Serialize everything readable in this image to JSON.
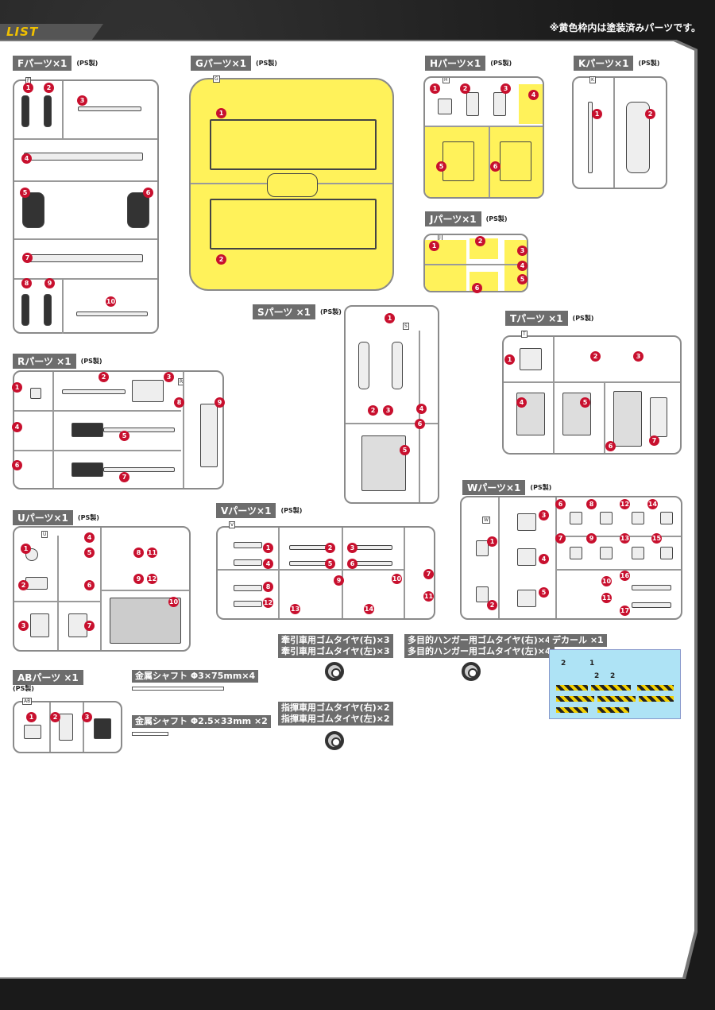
{
  "header": {
    "tab": "LIST",
    "note": "※黄色枠内は塗装済みパーツです。"
  },
  "runners": {
    "F": {
      "title": "Fパーツ×1",
      "material": "(PS製)",
      "code": "F",
      "nums": [
        "1",
        "2",
        "3",
        "4",
        "5",
        "6",
        "7",
        "8",
        "9",
        "10"
      ]
    },
    "G": {
      "title": "Gパーツ×1",
      "material": "(PS製)",
      "code": "G",
      "nums": [
        "1",
        "2"
      ]
    },
    "H": {
      "title": "Hパーツ×1",
      "material": "(PS製)",
      "code": "H",
      "nums": [
        "1",
        "2",
        "3",
        "4",
        "5",
        "6"
      ]
    },
    "K": {
      "title": "Kパーツ×1",
      "material": "(PS製)",
      "code": "K",
      "nums": [
        "1",
        "2"
      ]
    },
    "J": {
      "title": "Jパーツ×1",
      "material": "(PS製)",
      "code": "J",
      "nums": [
        "1",
        "2",
        "3",
        "4",
        "5",
        "6"
      ]
    },
    "S": {
      "title": "Sパーツ ×1",
      "material": "(PS製)",
      "code": "S",
      "nums": [
        "1",
        "2",
        "3",
        "4",
        "5",
        "6"
      ]
    },
    "T": {
      "title": "Tパーツ ×1",
      "material": "(PS製)",
      "code": "T",
      "nums": [
        "1",
        "2",
        "3",
        "4",
        "5",
        "6",
        "7"
      ]
    },
    "R": {
      "title": "Rパーツ ×1",
      "material": "(PS製)",
      "code": "R",
      "nums": [
        "1",
        "2",
        "3",
        "4",
        "5",
        "6",
        "7",
        "8",
        "9"
      ]
    },
    "W": {
      "title": "Wパーツ×1",
      "material": "(PS製)",
      "code": "W",
      "nums": [
        "1",
        "2",
        "3",
        "4",
        "5",
        "6",
        "7",
        "8",
        "9",
        "10",
        "11",
        "12",
        "13",
        "14",
        "15",
        "16",
        "17"
      ]
    },
    "U": {
      "title": "Uパーツ×1",
      "material": "(PS製)",
      "code": "U",
      "nums": [
        "1",
        "2",
        "3",
        "4",
        "5",
        "6",
        "7",
        "8",
        "9",
        "10",
        "11",
        "12"
      ]
    },
    "V": {
      "title": "Vパーツ×1",
      "material": "(PS製)",
      "code": "V",
      "nums": [
        "1",
        "2",
        "3",
        "4",
        "5",
        "6",
        "7",
        "8",
        "9",
        "10",
        "11",
        "12",
        "13",
        "14"
      ]
    },
    "AB": {
      "title": "ABパーツ ×1",
      "material": "(PS製)",
      "code": "AB",
      "nums": [
        "1",
        "2",
        "3"
      ]
    }
  },
  "extras": {
    "tire1": {
      "line1": "牽引車用ゴムタイヤ(右)×3",
      "line2": "牽引車用ゴムタイヤ(左)×3"
    },
    "tire2": {
      "line1": "多目的ハンガー用ゴムタイヤ(右)×4",
      "line2": "多目的ハンガー用ゴムタイヤ(左)×4"
    },
    "tire3": {
      "line1": "指揮車用ゴムタイヤ(右)×2",
      "line2": "指揮車用ゴムタイヤ(左)×2"
    },
    "decal": {
      "title": "デカール ×1",
      "nums": [
        "1",
        "2"
      ]
    },
    "shaft1": "金属シャフト Φ3×75mm×4",
    "shaft2": "金属シャフト Φ2.5×33mm ×2"
  },
  "colors": {
    "painted": "#fff25a",
    "badge": "#c8102e",
    "label_bg": "#6d6d6d",
    "tab_text": "#f0c000"
  }
}
